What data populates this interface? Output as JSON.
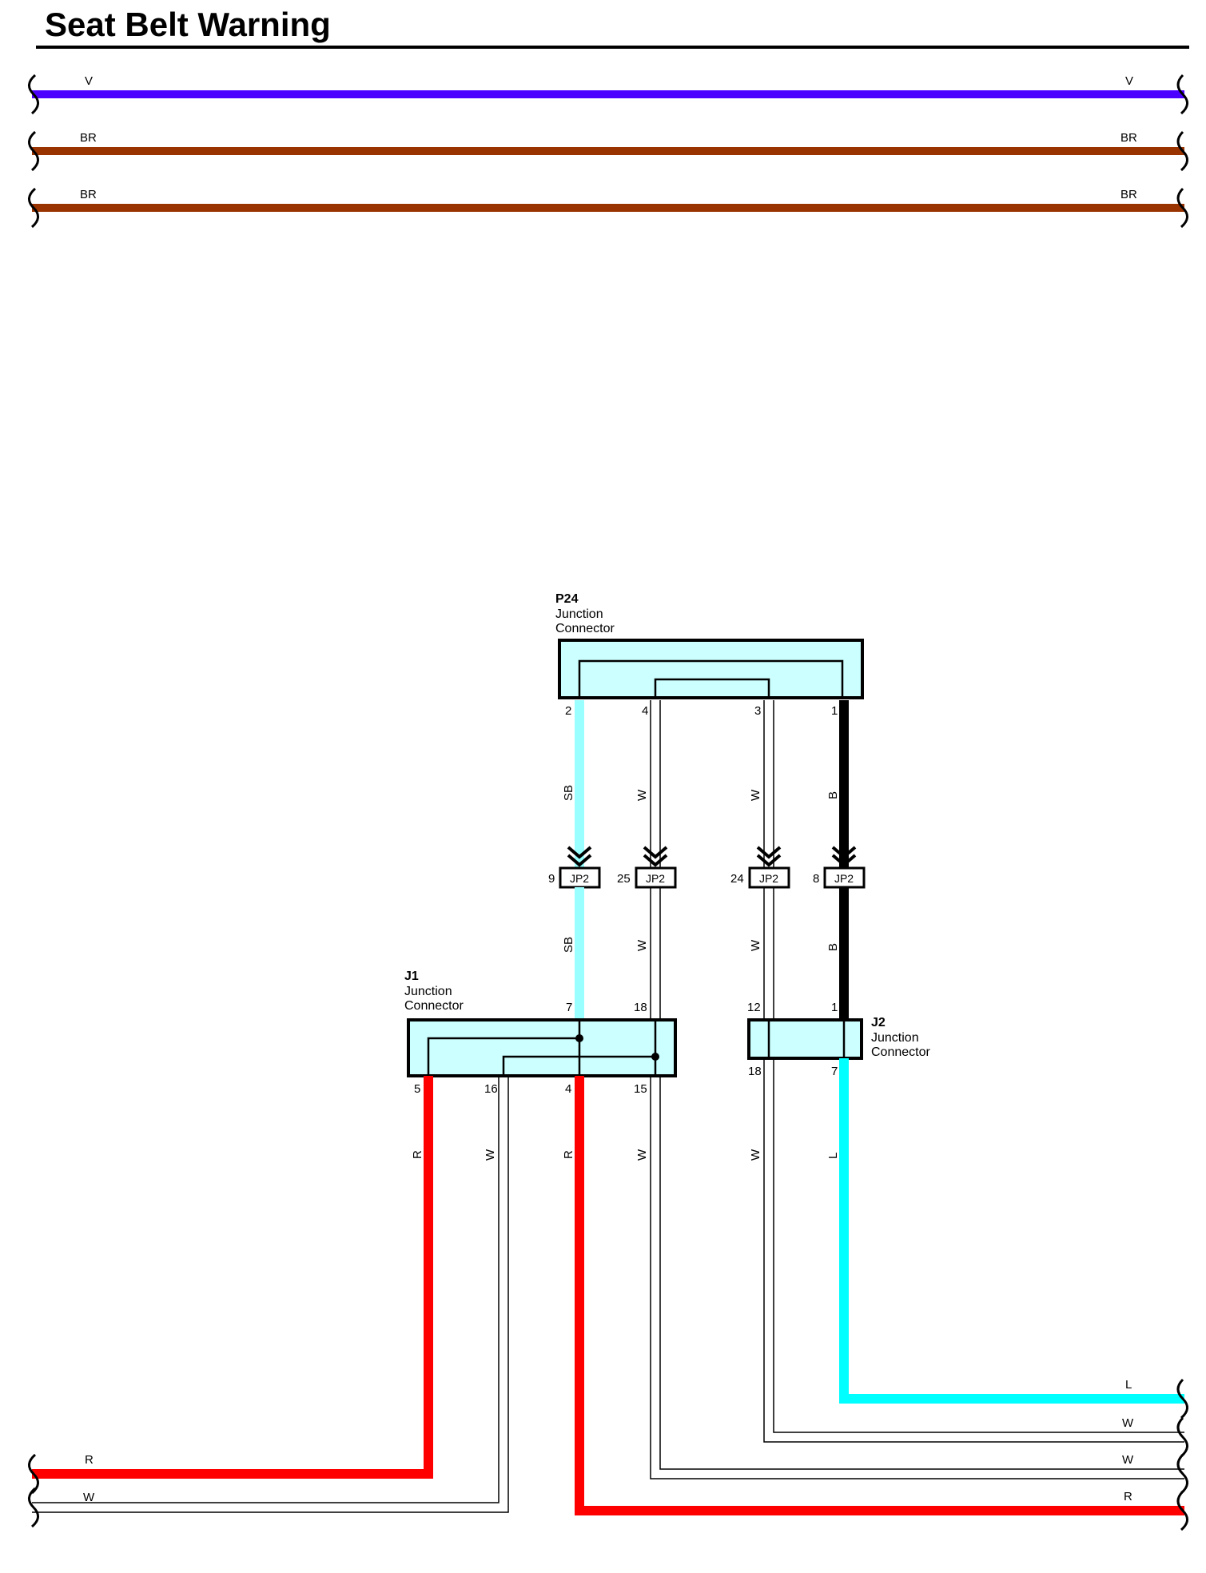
{
  "title": "Seat Belt Warning",
  "colors": {
    "V": "#4b00ff",
    "BR": "#993300",
    "R": "#ff0000",
    "W": "#ffffff",
    "SB": "#99ffff",
    "B": "#000000",
    "L": "#00ffff",
    "connector_fill": "#ccffff"
  },
  "top_wires": [
    {
      "left_label": "V",
      "right_label": "V"
    },
    {
      "left_label": "BR",
      "right_label": "BR"
    },
    {
      "left_label": "BR",
      "right_label": "BR"
    }
  ],
  "connectors": {
    "p24": {
      "id": "P24",
      "line1": "Junction",
      "line2": "Connector",
      "pins": [
        "2",
        "4",
        "3",
        "1"
      ]
    },
    "j1": {
      "id": "J1",
      "line1": "Junction",
      "line2": "Connector",
      "top_pins": [
        "7",
        "18"
      ],
      "bottom_pins": [
        "5",
        "16",
        "4",
        "15"
      ]
    },
    "j2": {
      "id": "J2",
      "line1": "Junction",
      "line2": "Connector",
      "top_pins": [
        "12",
        "1"
      ],
      "bottom_pins": [
        "18",
        "7"
      ]
    }
  },
  "jp2": [
    {
      "pin": "9",
      "label": "JP2"
    },
    {
      "pin": "25",
      "label": "JP2"
    },
    {
      "pin": "24",
      "label": "JP2"
    },
    {
      "pin": "8",
      "label": "JP2"
    }
  ],
  "wire_labels": {
    "p24_down": [
      "SB",
      "W",
      "W",
      "B"
    ],
    "jp2_down": [
      "SB",
      "W",
      "W",
      "B"
    ],
    "lower": [
      "R",
      "W",
      "R",
      "W",
      "W",
      "L"
    ]
  },
  "bottom_wires": {
    "left": [
      "R",
      "W"
    ],
    "right": [
      "L",
      "W",
      "W",
      "R"
    ]
  }
}
